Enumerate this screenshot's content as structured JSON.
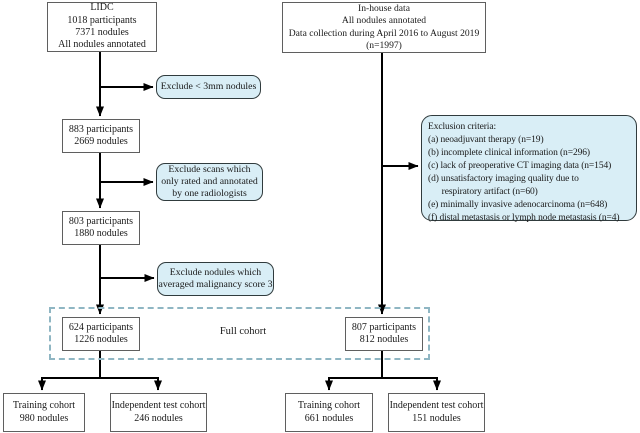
{
  "colors": {
    "highlight_box_fill": "#d9eef6",
    "highlight_box_border": "#303b3d",
    "plain_box_border": "#5f5f5f",
    "dashed_region_border": "#8fb6c3",
    "arrow": "#000000"
  },
  "labels": {
    "full_cohort": "Full cohort"
  },
  "left_flow": {
    "source": {
      "lines": [
        "LIDC",
        "1018 participants",
        "7371 nodules",
        "All nodules annotated"
      ]
    },
    "exclude1": {
      "lines": [
        "Exclude < 3mm nodules"
      ]
    },
    "step1": {
      "lines": [
        "883 participants",
        "2669 nodules"
      ]
    },
    "exclude2": {
      "lines": [
        "Exclude scans which",
        "only rated and annotated",
        "by one radiologists"
      ]
    },
    "step2": {
      "lines": [
        "803 participants",
        "1880 nodules"
      ]
    },
    "exclude3": {
      "lines": [
        "Exclude nodules which",
        "averaged malignancy score 3"
      ]
    },
    "full": {
      "lines": [
        "624 participants",
        "1226 nodules"
      ]
    },
    "training": {
      "lines": [
        "Training cohort",
        "980 nodules"
      ]
    },
    "test": {
      "lines": [
        "Independent test cohort",
        "246 nodules"
      ]
    }
  },
  "right_flow": {
    "source": {
      "lines": [
        "In-house data",
        "All nodules annotated",
        "Data collection during April 2016 to August 2019",
        "(n=1997)"
      ]
    },
    "exclusion": {
      "lines": [
        "Exclusion criteria:",
        "(a) neoadjuvant therapy (n=19)",
        "(b) incomplete clinical information (n=296)",
        "(c) lack of preoperative CT imaging data (n=154)",
        "(d) unsatisfactory imaging quality due to",
        "      respiratory artifact (n=60)",
        "(e) minimally invasive adenocarcinoma (n=648)",
        "(f) distal metastasis or lymph node metastasis (n=4)"
      ]
    },
    "full": {
      "lines": [
        "807 participants",
        "812 nodules"
      ]
    },
    "training": {
      "lines": [
        "Training cohort",
        "661 nodules"
      ]
    },
    "test": {
      "lines": [
        "Independent test cohort",
        "151 nodules"
      ]
    }
  }
}
